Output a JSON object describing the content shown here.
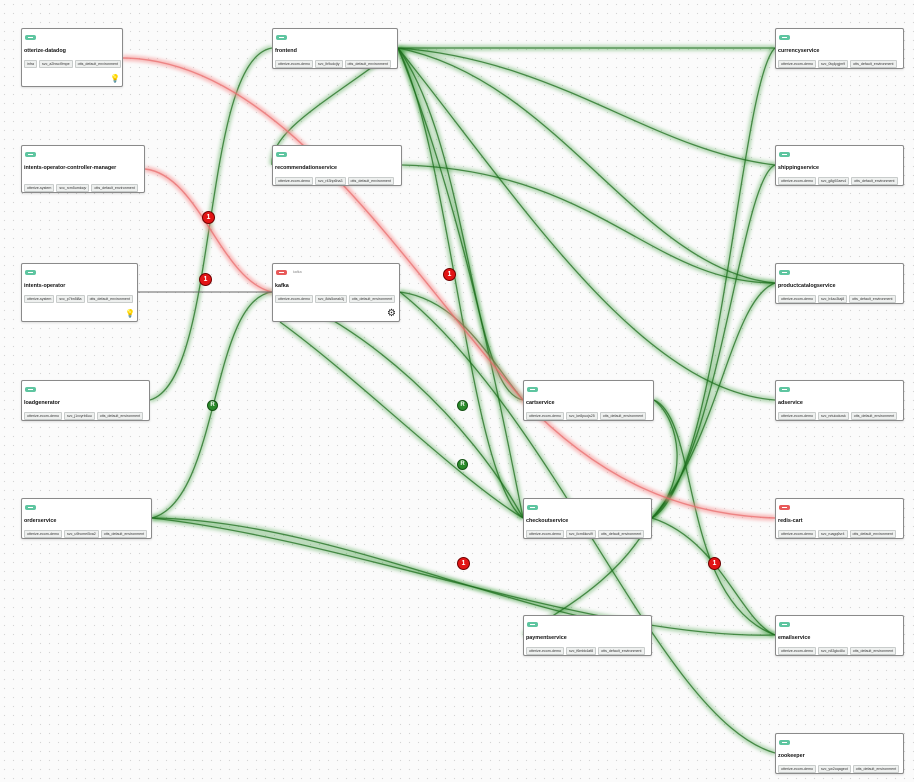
{
  "nodes": {
    "otterize_datadog": {
      "title": "otterize-datadog",
      "tags": [
        "infra",
        "svc_a2hwcl9mpe",
        "otts_default_environment"
      ],
      "icon": "lightbulb-icon"
    },
    "intents_manager": {
      "title": "intents-operator-controller-manager",
      "tags": [
        "otterize-system",
        "svc_rcm5umloqv",
        "otts_default_environment"
      ]
    },
    "intents_operator": {
      "title": "intents-operator",
      "tags": [
        "otterize-system",
        "svc_p7bn5l8a",
        "otts_default_environment"
      ],
      "icon": "lightbulb-icon"
    },
    "loadgenerator": {
      "title": "loadgenerator",
      "tags": [
        "otterize-ecom-demo",
        "svc_j1xvyrb6uu",
        "otts_default_environment"
      ]
    },
    "orderservice": {
      "title": "orderservice",
      "tags": [
        "otterize-ecom-demo",
        "svc_u9hcmei5va2",
        "otts_default_environment"
      ]
    },
    "frontend": {
      "title": "frontend",
      "tags": [
        "otterize-ecom-demo",
        "svc_lb9udcjty",
        "otts_default_environment"
      ]
    },
    "recommendationservice": {
      "title": "recommendationservice",
      "tags": [
        "otterize-ecom-demo",
        "svc_r43hp6ha3",
        "otts_default_environment"
      ]
    },
    "kafka": {
      "title": "kafka",
      "tags": [
        "otterize-ecom-demo",
        "svc_8ds5oeak3j",
        "otts_default_environment"
      ],
      "extra": "kafka",
      "icon": "gear-icon"
    },
    "cartservice": {
      "title": "cartservice",
      "tags": [
        "otterize-ecom-demo",
        "svc_ke8puojs25",
        "otts_default_environment"
      ]
    },
    "checkoutservice": {
      "title": "checkoutservice",
      "tags": [
        "otterize-ecom-demo",
        "svc_ilcm6kcvi9",
        "otts_default_environment"
      ]
    },
    "paymentservice": {
      "title": "paymentservice",
      "tags": [
        "otterize-ecom-demo",
        "svc_f6mbk4af8",
        "otts_default_environment"
      ]
    },
    "currencyservice": {
      "title": "currencyservice",
      "tags": [
        "otterize-ecom-demo",
        "svc_0tq4pgjm9",
        "otts_default_environment"
      ]
    },
    "shippingservice": {
      "title": "shippingservice",
      "tags": [
        "otterize-ecom-demo",
        "svc_g8g92aev4",
        "otts_default_environment"
      ]
    },
    "productcatalogservice": {
      "title": "productcatalogservice",
      "tags": [
        "otterize-ecom-demo",
        "svc_lr4ao3taj8",
        "otts_default_environment"
      ]
    },
    "adservice": {
      "title": "adservice",
      "tags": [
        "otterize-ecom-demo",
        "svc_nrtuioduwk",
        "otts_default_environment"
      ]
    },
    "redis_cart": {
      "title": "redis-cart",
      "tags": [
        "otterize-ecom-demo",
        "svc_ruagq6vr4",
        "otts_default_environment"
      ]
    },
    "emailservice": {
      "title": "emailservice",
      "tags": [
        "otterize-ecom-demo",
        "svc_n83gkc8lu",
        "otts_default_environment"
      ]
    },
    "zookeeper": {
      "title": "zookeeper",
      "tags": [
        "otterize-ecom-demo",
        "svc_yw2oqageot",
        "otts_default_environment"
      ]
    }
  },
  "badges": {
    "b1": "1",
    "b2": "1",
    "b3": "1",
    "b4": "1",
    "b5": "1",
    "g1": "R",
    "g2": "R",
    "g3": "R"
  },
  "colors": {
    "allowed_edge": "#2e8b2e",
    "blocked_edge": "#f07a7a",
    "badge_red": "#e21414",
    "badge_green": "#2a8a2a",
    "k8s_icon": "#5ec5a0"
  }
}
